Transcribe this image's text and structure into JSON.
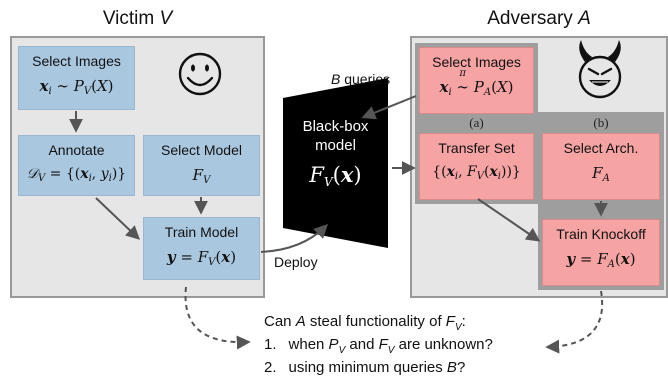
{
  "victim": {
    "title_prefix": "Victim ",
    "title_var": "V",
    "select_images": {
      "label": "Select Images",
      "formula": "x_i ~ P_V(X)"
    },
    "annotate": {
      "label": "Annotate",
      "formula": "D_V = {(x_i, y_i)}"
    },
    "select_model": {
      "label": "Select Model",
      "formula": "F_V"
    },
    "train_model": {
      "label": "Train Model",
      "formula": "y = F_V(x)"
    }
  },
  "adversary": {
    "title_prefix": "Adversary ",
    "title_var": "A",
    "select_images": {
      "label": "Select Images",
      "formula": "x_i ~π P_A(X)"
    },
    "tag_a": "(a)",
    "tag_b": "(b)",
    "transfer_set": {
      "label": "Transfer Set",
      "formula": "{(x_i, F_V(x_i))}"
    },
    "select_arch": {
      "label": "Select Arch.",
      "formula": "F_A"
    },
    "train_knockoff": {
      "label": "Train Knockoff",
      "formula": "y = F_A(x)"
    }
  },
  "blackbox": {
    "line1": "Black-box",
    "line2": "model",
    "formula": "F_V(x)"
  },
  "labels": {
    "queries_var": "B",
    "queries_text": " queries",
    "deploy": "Deploy"
  },
  "question": {
    "prefix": "Can ",
    "var_a": "A",
    "middle": " steal functionality of ",
    "var_f": "F",
    "var_f_sub": "V",
    "suffix": ":",
    "items": [
      {
        "number": "1.",
        "text": "when P_V and F_V are unknown?"
      },
      {
        "number": "2.",
        "text": "using minimum queries B?"
      }
    ]
  }
}
